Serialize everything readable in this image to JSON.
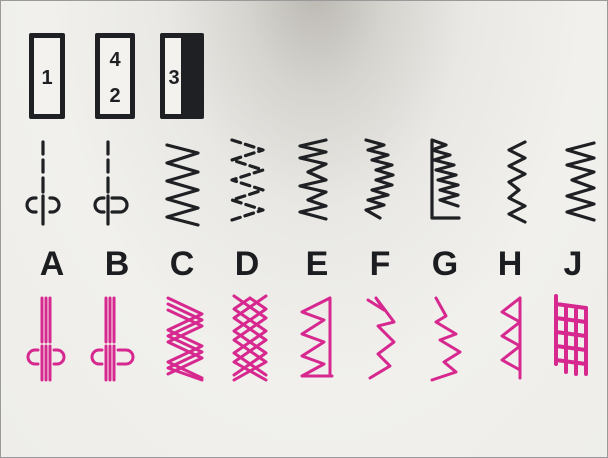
{
  "mode_plates": [
    {
      "digits": [
        "1"
      ]
    },
    {
      "digits": [
        "4",
        "2"
      ]
    },
    {
      "digits": [
        "3"
      ]
    }
  ],
  "stitch_letters": [
    "A",
    "B",
    "C",
    "D",
    "E",
    "F",
    "G",
    "H",
    "J"
  ],
  "colors": {
    "basic_stitches": "#1f2023",
    "stretch_stitches": "#d6288f",
    "background": "#efeeea"
  }
}
